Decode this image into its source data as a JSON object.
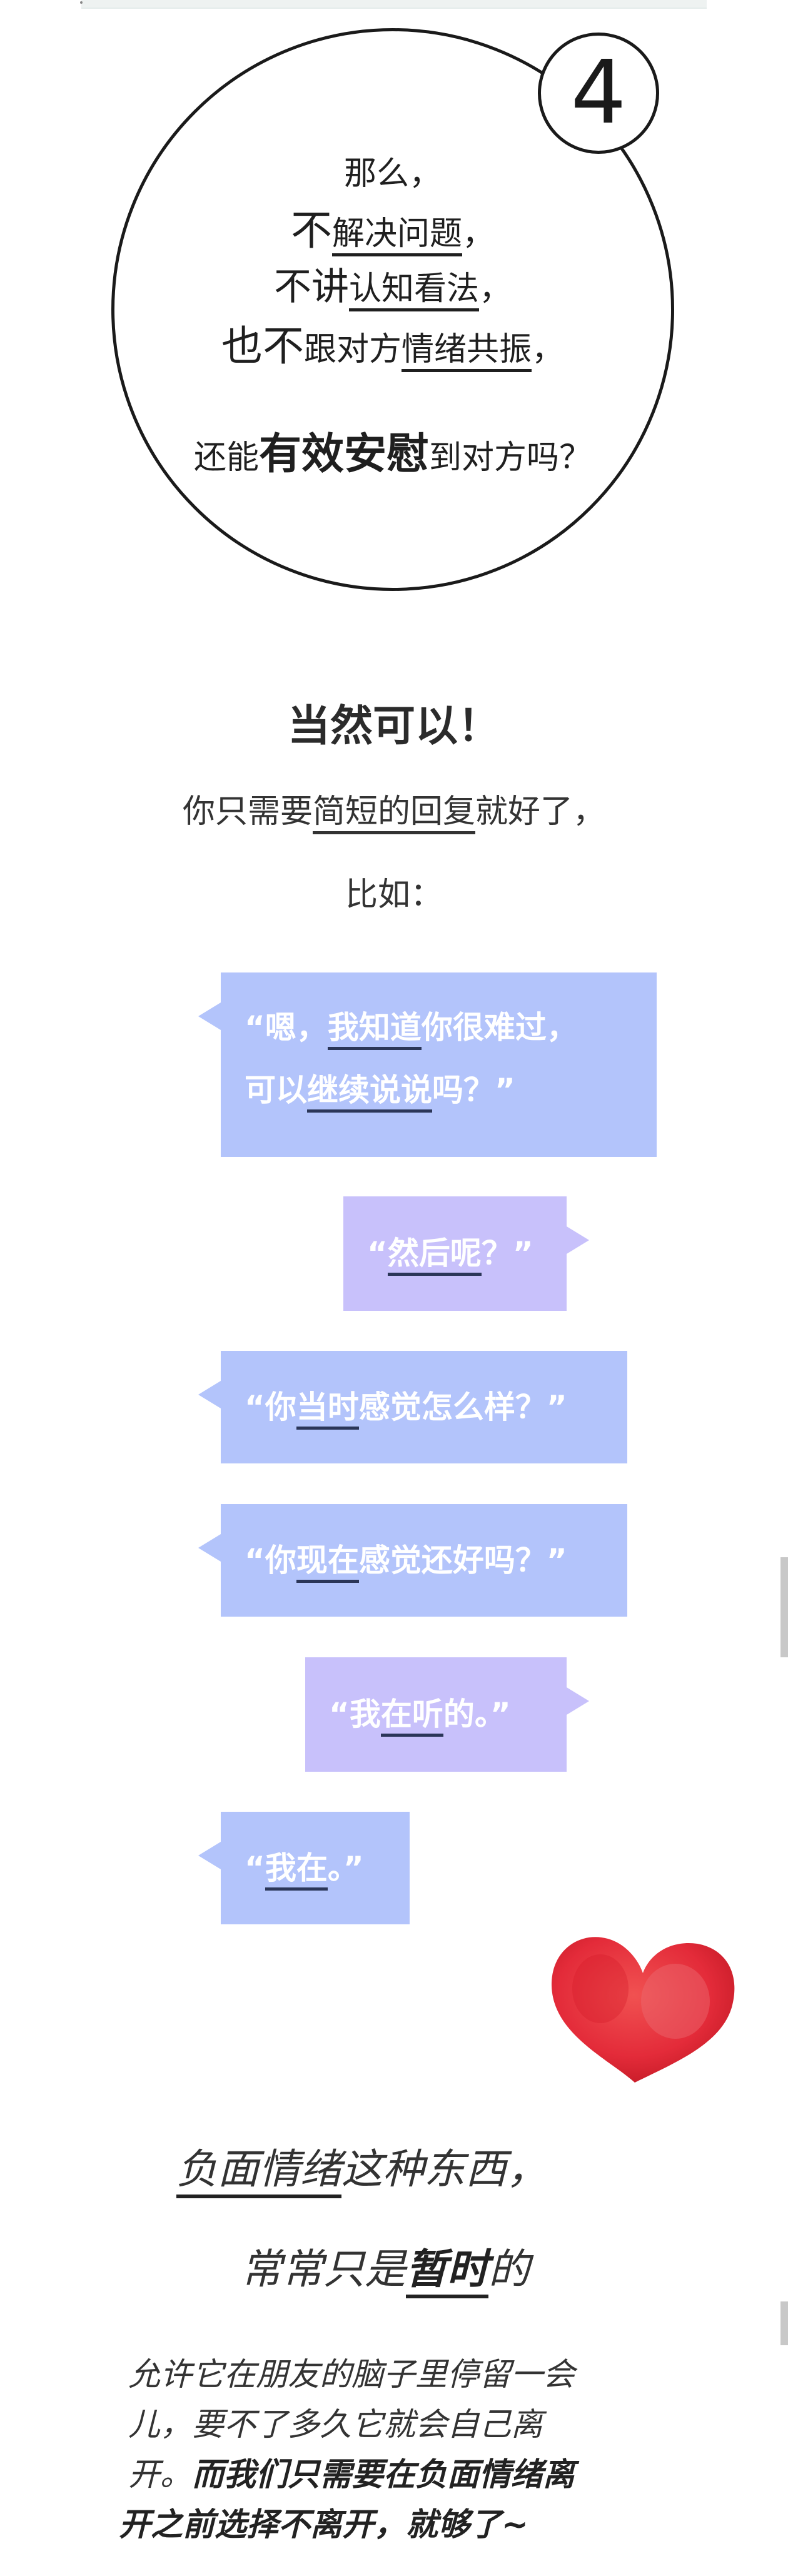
{
  "section": {
    "number": "4",
    "lines": {
      "l1": "那么，",
      "l2a": "不",
      "l2b": "解决问题",
      "l2c": "，",
      "l3a": "不讲",
      "l3b": "认知看法",
      "l3c": "，",
      "l4a": "也不",
      "l4b": "跟对方",
      "l4c": "情绪共振",
      "l4d": "，",
      "l5a": "还能",
      "l5b": "有效安慰",
      "l5c": "到对方吗？"
    }
  },
  "answer": {
    "title": "当然可以！",
    "line1a": "你只需要",
    "line1b": "简短的回复",
    "line1c": "就好了，",
    "line2": "比如："
  },
  "bubbles": {
    "b1": {
      "open": "“嗯，",
      "u1": "我知道",
      "mid": "你很难过，",
      "l2a": "可以",
      "u2": "继续说说",
      "l2b": "吗？”"
    },
    "b2": {
      "open": "“",
      "u": "然后呢",
      "close": "？”"
    },
    "b3": {
      "open": "“你",
      "u": "当时",
      "close": "感觉怎么样？”"
    },
    "b4": {
      "open": "“你",
      "u": "现在",
      "close": "感觉还好吗？”"
    },
    "b5": {
      "open": "“我",
      "u": "在听",
      "close": "的。”"
    },
    "b6": {
      "open": "“",
      "u": "我在",
      "close": "。”"
    }
  },
  "closing": {
    "l1u": "负面情绪",
    "l1": "这种东西，",
    "l2a": "常常只是",
    "l2u": "暂时",
    "l2b": "的",
    "p1": "允许它在朋友的脑子里停留一会",
    "p2": "儿，要不了多久它就会自己离",
    "p3a": "开。",
    "p3b": "而我们只需要在负面情绪离",
    "p4": "开之前选择不离开，就够了~"
  },
  "colors": {
    "bubble_blue": "#b3c4fb",
    "bubble_purple": "#c8c1fb",
    "heart": "#e2202f"
  }
}
